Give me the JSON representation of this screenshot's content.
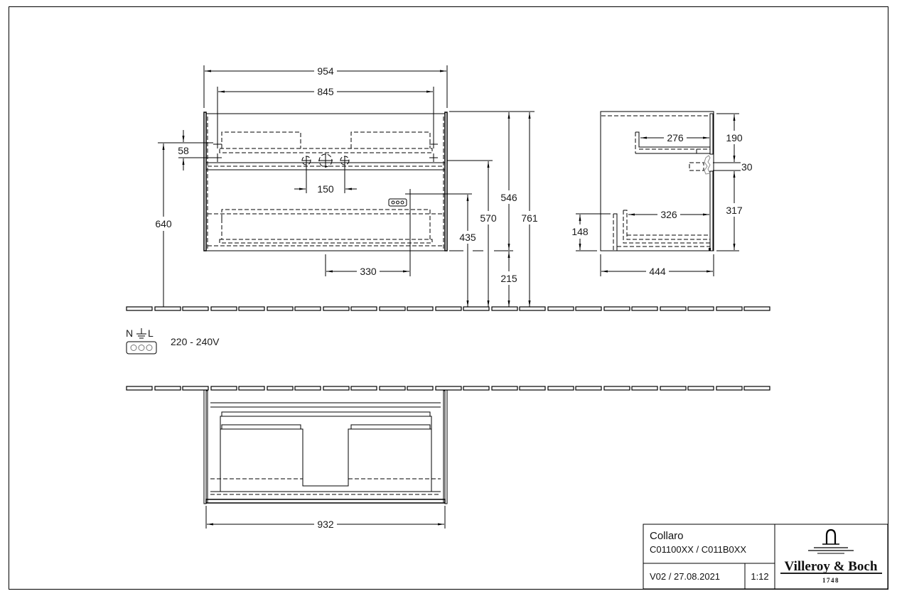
{
  "title_block": {
    "product_name": "Collaro",
    "article_numbers": "C01100XX / C011B0XX",
    "version_date": "V02 / 27.08.2021",
    "scale": "1:12",
    "brand_name": "Villeroy & Boch",
    "brand_year": "1748"
  },
  "electrical": {
    "terminal_label": "N⏚L",
    "terminal_n": "N",
    "terminal_l": "L",
    "voltage": "220 - 240V"
  },
  "front_view": {
    "dims": {
      "overall_width": "954",
      "basin_centers": "845",
      "drain_offset": "58",
      "tap_spacing": "150",
      "socket_offset": "330",
      "height_640": "640",
      "height_435": "435",
      "height_570": "570",
      "height_546": "546",
      "height_215": "215",
      "height_761": "761"
    }
  },
  "side_view": {
    "dims": {
      "upper_drawer_depth": "276",
      "lower_drawer_depth": "326",
      "top_gap": "190",
      "divider": "30",
      "lower_height": "317",
      "lower_front": "148",
      "overall_depth": "444"
    }
  },
  "top_view": {
    "dims": {
      "inner_width": "932"
    }
  }
}
